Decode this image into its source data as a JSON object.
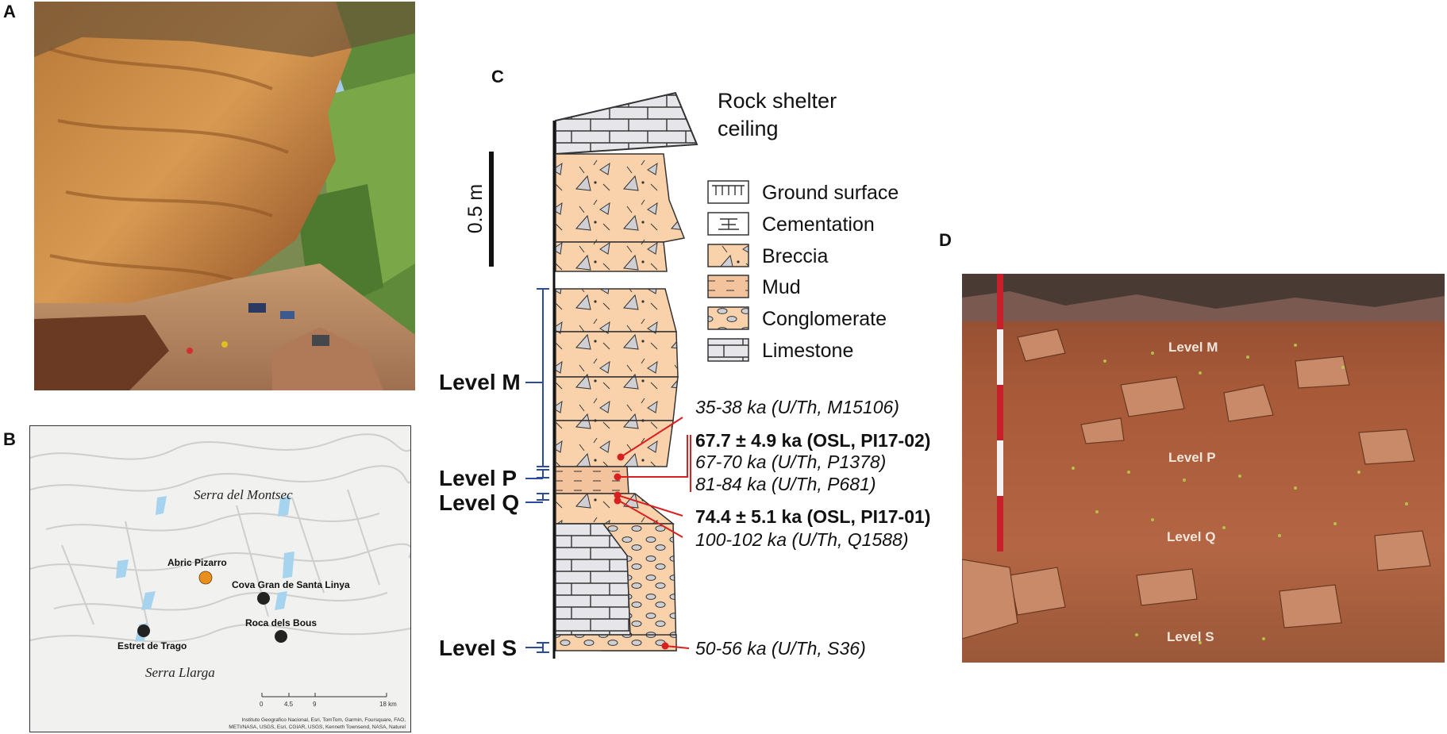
{
  "panels": {
    "a": "A",
    "b": "B",
    "c": "C",
    "d": "D"
  },
  "map": {
    "sites": [
      {
        "name": "Abric Pizarro",
        "color": "#e8901e"
      },
      {
        "name": "Cova Gran de Santa Linya",
        "color": "#222222"
      },
      {
        "name": "Estret de Trago",
        "color": "#222222"
      },
      {
        "name": "Roca dels Bous",
        "color": "#222222"
      }
    ],
    "regions": [
      "Serra del Montsec",
      "Serra Llarga"
    ],
    "scale_ticks": [
      "0",
      "4.5",
      "9",
      "18 km"
    ],
    "credit_line1": "Instituto Geografico Nacional, Esri, TomTom, Garmin, Foursquare, FAO,",
    "credit_line2": "METI/NASA, USGS, Esri, CGIAR, USGS, Kenneth Townsend, NASA, Naturel"
  },
  "section": {
    "ceiling_label_1": "Rock shelter",
    "ceiling_label_2": "ceiling",
    "scale_label": "0.5 m",
    "legend": [
      {
        "label": "Ground surface",
        "icon": "ground-surface-symbol"
      },
      {
        "label": "Cementation",
        "icon": "cementation-symbol"
      },
      {
        "label": "Breccia",
        "icon": "breccia-symbol"
      },
      {
        "label": "Mud",
        "icon": "mud-symbol"
      },
      {
        "label": "Conglomerate",
        "icon": "conglomerate-symbol"
      },
      {
        "label": "Limestone",
        "icon": "limestone-symbol"
      }
    ],
    "levels": [
      "Level M",
      "Level P",
      "Level Q",
      "Level S"
    ],
    "dates": {
      "m15106": "35-38 ka (U/Th, M15106)",
      "pi1702": "67.7 ± 4.9 ka (OSL, PI17-02)",
      "p1378": "67-70 ka (U/Th, P1378)",
      "p681": "81-84 ka (U/Th, P681)",
      "pi1701": "74.4 ± 5.1 ka (OSL, PI17-01)",
      "q1588": "100-102 ka (U/Th, Q1588)",
      "s36": "50-56 ka (U/Th, S36)"
    },
    "colors": {
      "sediment": "#f9d2ac",
      "mud": "#f2c39c",
      "limestone": "#e6e6ea",
      "scale_bar": "#2b4aa0",
      "sample": "#d92020"
    }
  },
  "photo_d": {
    "levels": [
      "Level M",
      "Level P",
      "Level Q",
      "Level S"
    ]
  }
}
